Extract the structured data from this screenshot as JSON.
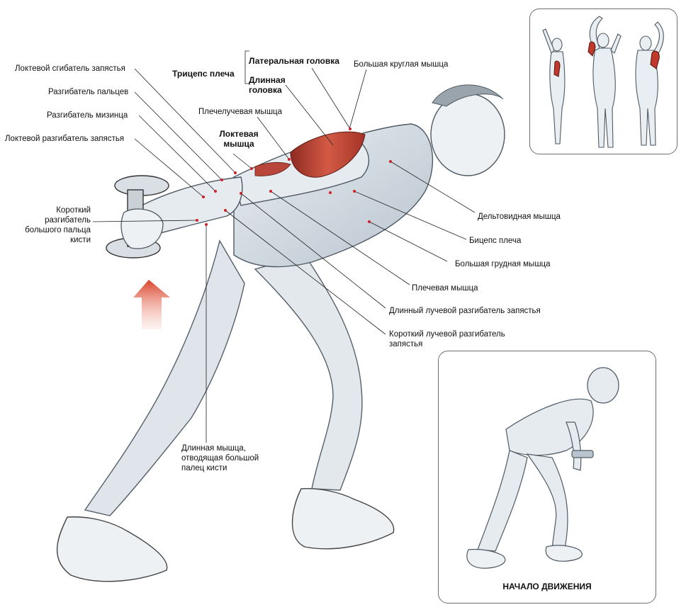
{
  "labels": {
    "flexor_carpi_ulnaris": "Локтевой сгибатель запястья",
    "extensor_digitorum": "Разгибатель пальцев",
    "extensor_digiti_minimi": "Разгибатель мизинца",
    "extensor_carpi_ulnaris": "Локтевой разгибатель запястья",
    "extensor_pollicis_brevis": "Короткий разгибатель большого пальца кисти",
    "triceps": "Трицепс плеча",
    "triceps_lateral_head": "Латеральная головка",
    "triceps_long_head": "Длинная головка",
    "teres_major": "Большая круглая мышца",
    "brachioradialis": "Плечелучевая мышца",
    "anconeus": "Локтевая мышца",
    "deltoid": "Дельтовидная мышца",
    "biceps": "Бицепс плеча",
    "pectoralis_major": "Большая грудная мышца",
    "brachialis": "Плечевая мышца",
    "ext_carpi_radialis_longus": "Длинный лучевой разгибатель запястья",
    "ext_carpi_radialis_brevis": "Короткий лучевой разгибатель запястья",
    "abductor_pollicis_longus": "Длинная мышца, отводящая большой палец кисти"
  },
  "caption": "НАЧАЛО ДВИЖЕНИЯ",
  "colors": {
    "muscle_highlight": "#c0392b",
    "arrow": "#e0553a",
    "marker": "#d0202a",
    "sketch": "#7f8a94"
  }
}
